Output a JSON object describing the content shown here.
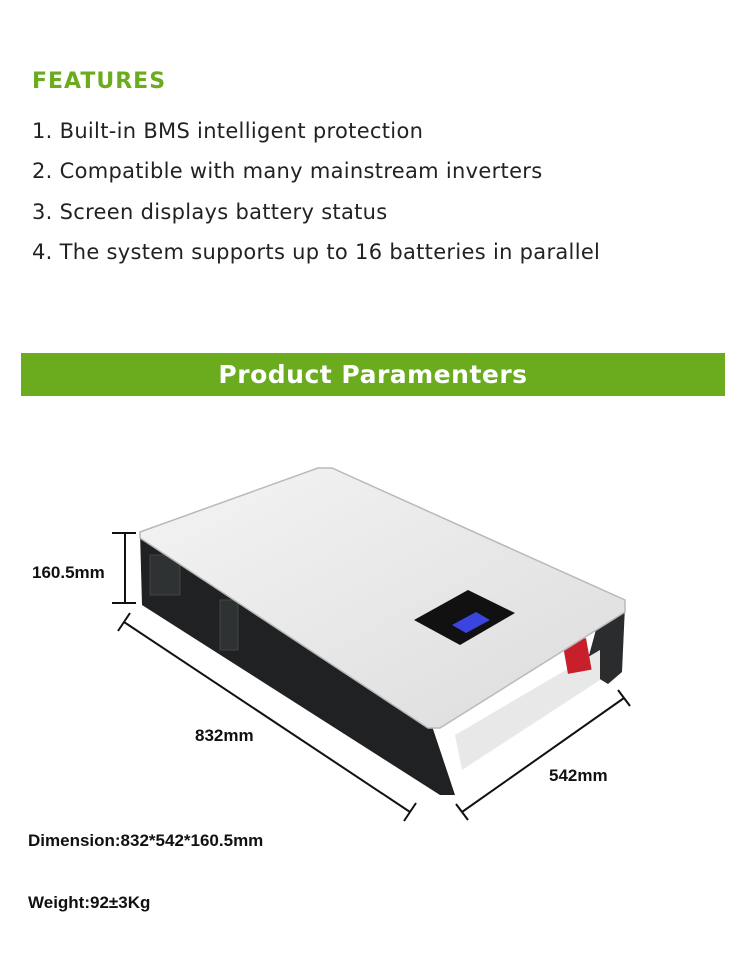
{
  "features": {
    "title": "FEATURES",
    "items": [
      "1. Built-in BMS intelligent protection",
      "2. Compatible with many mainstream inverters",
      "3. Screen displays battery status",
      "4. The system supports up to 16 batteries in parallel"
    ]
  },
  "banner": {
    "title": "Product Paramenters"
  },
  "product": {
    "height_label": "160.5mm",
    "length_label": "832mm",
    "width_label": "542mm",
    "dimension": "Dimension:832*542*160.5mm",
    "weight": "Weight:92±3Kg"
  },
  "colors": {
    "accent": "#6aac1e",
    "lcd": "#3a45e0"
  }
}
